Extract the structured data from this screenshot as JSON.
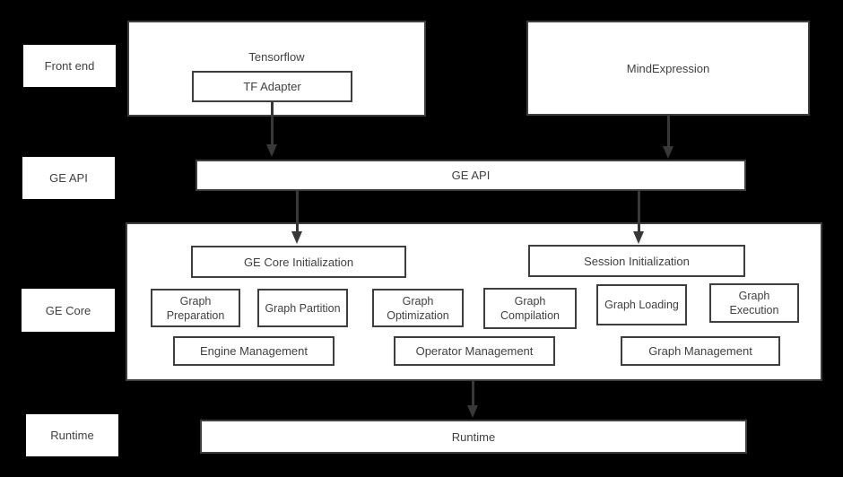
{
  "theme": {
    "bg": "#000000",
    "box_fill": "#ffffff",
    "border_color": "#3e3e3e",
    "text_color": "#404040",
    "arrow_color": "#383838"
  },
  "side_labels": [
    {
      "label": "Front end"
    },
    {
      "label": "GE API"
    },
    {
      "label": "GE Core"
    },
    {
      "label": "Runtime"
    }
  ],
  "front_end": {
    "tensorflow": {
      "label": "Tensorflow",
      "adapter_label": "TF Adapter"
    },
    "mind_expression": {
      "label": "MindExpression"
    }
  },
  "ge_api_bar": {
    "label": "GE API"
  },
  "ge_core": {
    "initialization": [
      {
        "label": "GE Core Initialization"
      },
      {
        "label": "Session Initialization"
      }
    ],
    "stages": [
      {
        "label": "Graph Preparation"
      },
      {
        "label": "Graph Partition"
      },
      {
        "label": "Graph Optimization"
      },
      {
        "label": "Graph Compilation"
      },
      {
        "label": "Graph Loading"
      },
      {
        "label": "Graph Execution"
      }
    ],
    "management": [
      {
        "label": "Engine Management"
      },
      {
        "label": "Operator Management"
      },
      {
        "label": "Graph Management"
      }
    ]
  },
  "runtime_bar": {
    "label": "Runtime"
  }
}
